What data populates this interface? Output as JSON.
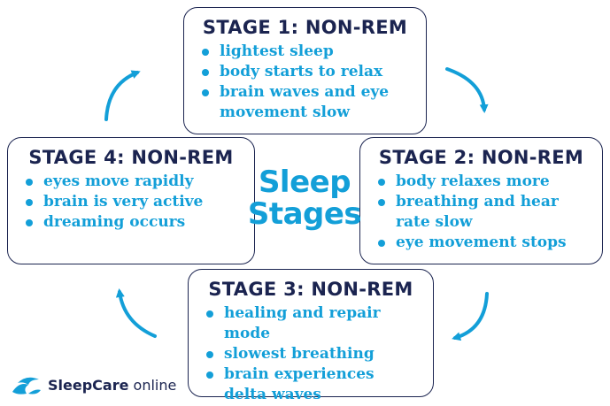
{
  "center": {
    "line1": "Sleep",
    "line2": "Stages"
  },
  "stages": [
    {
      "title": "STAGE 1: NON-REM",
      "bullets": [
        "lightest sleep",
        "body starts to relax",
        "brain waves and eye movement slow"
      ]
    },
    {
      "title": "STAGE 2: NON-REM",
      "bullets": [
        "body relaxes more",
        "breathing and hear rate slow",
        "eye movement stops"
      ]
    },
    {
      "title": "STAGE 3: NON-REM",
      "bullets": [
        "healing and repair mode",
        "slowest breathing",
        "brain experiences delta waves"
      ]
    },
    {
      "title": "STAGE 4: NON-REM",
      "bullets": [
        "eyes move rapidly",
        "brain is very active",
        "dreaming occurs"
      ]
    }
  ],
  "logo": {
    "word1": "Sleep",
    "word2": "Care",
    "word3": " online",
    "icon": "wave-icon"
  },
  "colors": {
    "navy": "#1b2450",
    "accent": "#139fd8"
  }
}
